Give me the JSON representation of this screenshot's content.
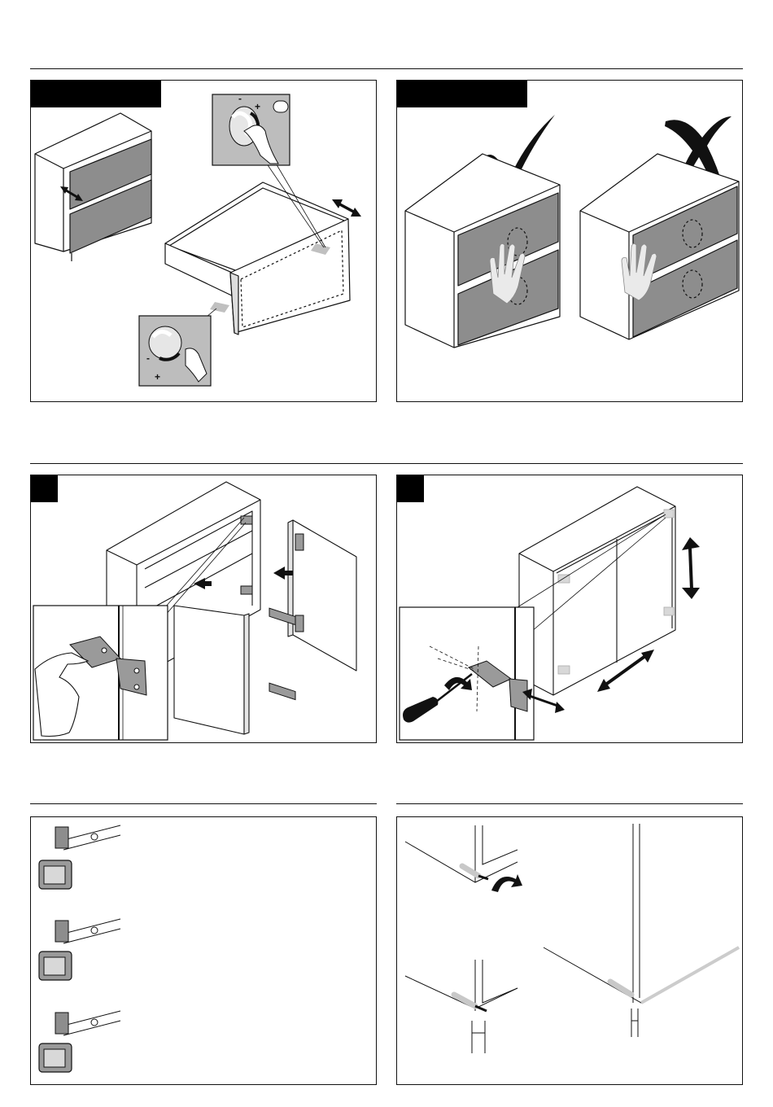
{
  "page": {
    "title": "",
    "number": ""
  },
  "panels": [
    {
      "id": "drawer-adjust",
      "tab_label": "",
      "caption": "",
      "adjust_marks": [
        "-",
        "+",
        "-",
        "+"
      ]
    },
    {
      "id": "push-open",
      "tab_label": "",
      "caption": "",
      "marks": [
        "check",
        "cross"
      ]
    },
    {
      "id": "door-mount",
      "step": "",
      "caption": ""
    },
    {
      "id": "door-adjust",
      "step": "",
      "caption": ""
    },
    {
      "id": "drawer-clips",
      "caption": "",
      "rows": 3
    },
    {
      "id": "pin-fit",
      "caption": ""
    }
  ],
  "colors": {
    "ink": "#111111",
    "front_grey": "#8d8d8d",
    "light_grey": "#cfcfcf",
    "tab": "#000000"
  },
  "icons": [
    "double-arrow-icon",
    "check-icon",
    "cross-icon",
    "hand-icon",
    "screwdriver-icon",
    "hinge-icon",
    "rotate-arrow-icon"
  ]
}
